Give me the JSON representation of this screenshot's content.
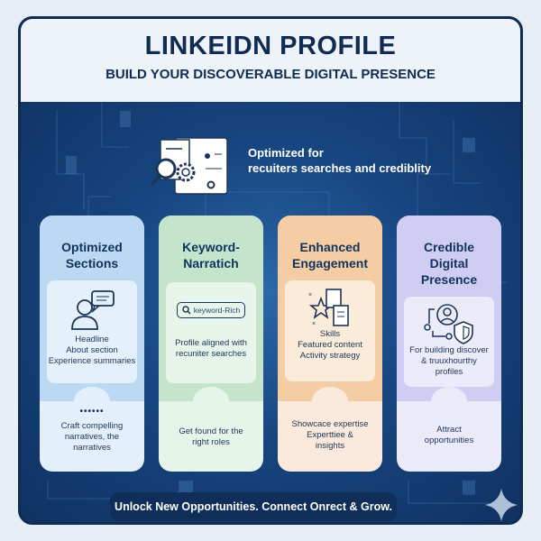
{
  "header": {
    "title": "LINKEIDN PROFILE",
    "subtitle": "BUILD YOUR DISCOVERABLE DIGITAL PRESENCE"
  },
  "hero": {
    "icon": "document-search-gear-icon",
    "line1": "Optimized for",
    "line2": "recuiters searches and crediblity"
  },
  "cards": [
    {
      "title1": "Optimized",
      "title2": "Sections",
      "icon": "person-speech-icon",
      "items": [
        "Headline",
        "About section",
        "Experience summaries"
      ],
      "dots": "••••••",
      "bottom": [
        "Craft compelling",
        "narratives, the",
        "narratives"
      ],
      "color": "#bcd9f3",
      "light": "#e3f0fb"
    },
    {
      "title1": "Keyword-",
      "title2": "Narratich",
      "icon": "search-icon",
      "search_text": "keyword-Rich",
      "items": [
        "Profile aligned with",
        "recuniter searches"
      ],
      "bottom": [
        "Get found for the",
        "right roles"
      ],
      "color": "#c4e5cc",
      "light": "#e6f5e9"
    },
    {
      "title1": "Enhanced",
      "title2": "Engagement",
      "icon": "star-documents-icon",
      "items": [
        "Skills",
        "Featured content",
        "Activity strategy"
      ],
      "bottom": [
        "Showcace expertise",
        "Experttiee &",
        "insights"
      ],
      "color": "#f5cda4",
      "light": "#fbeadb"
    },
    {
      "title1": "Credible",
      "title2": "Digital",
      "title3": "Presence",
      "icon": "profile-shield-icon",
      "items": [
        "For building discover",
        "& truuxhourthy",
        "profiles"
      ],
      "bottom": [
        "Attract",
        "opportunities"
      ],
      "color": "#cfcdf2",
      "light": "#ebeaf9"
    }
  ],
  "tagline": "Unlock New Opportunities. Connect Onrect & Grow.",
  "colors": {
    "navy": "#0f2c52",
    "body": "#17457f"
  }
}
